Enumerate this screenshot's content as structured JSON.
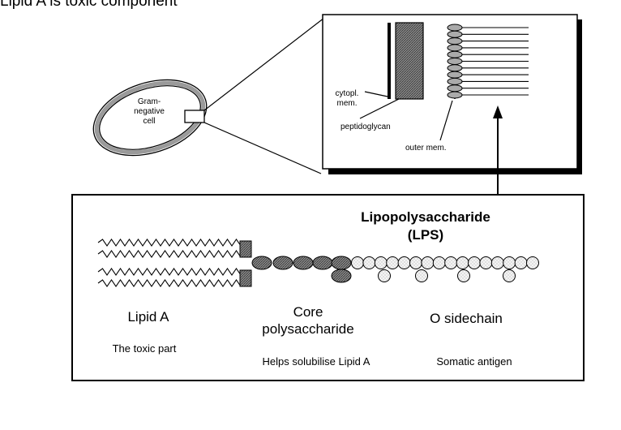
{
  "page": {
    "title": "Lipid A is toxic component"
  },
  "cell": {
    "label_lines": [
      "Gram-",
      "negative",
      "cell"
    ]
  },
  "membrane_inset": {
    "labels": {
      "cytoplasmic": [
        "cytopl.",
        "mem."
      ],
      "peptidoglycan": "peptidoglycan",
      "outer": "outer mem."
    }
  },
  "lps": {
    "title_line1": "Lipopolysaccharide",
    "title_line2": "(LPS)",
    "sections": {
      "lipid_a": {
        "title": "Lipid A",
        "description": "The toxic part"
      },
      "core": {
        "title_line1": "Core",
        "title_line2": "polysaccharide",
        "description": "Helps solubilise Lipid A"
      },
      "o_sidechain": {
        "title": "O sidechain",
        "description": "Somatic antigen"
      }
    }
  }
}
